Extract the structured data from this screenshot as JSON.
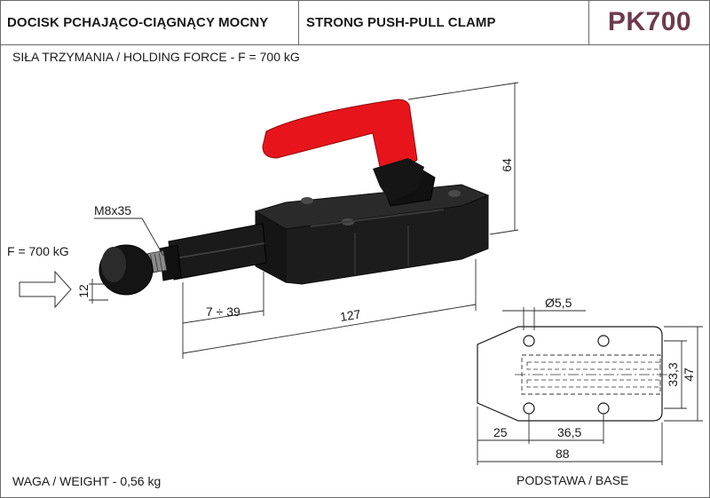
{
  "header": {
    "title_pl": "DOCISK PCHAJĄCO-CIĄGNĄCY MOCNY",
    "title_en": "STRONG PUSH-PULL CLAMP",
    "product_code": "PK700"
  },
  "holding_force": "SIŁA TRZYMANIA / HOLDING FORCE - F = 700 kG",
  "weight": "WAGA / WEIGHT - 0,56 kg",
  "base_label": "PODSTAWA / BASE",
  "force_label": "F = 700 kG",
  "dimensions": {
    "thread": "M8x35",
    "height": "64",
    "tip_diameter": "12",
    "stroke": "7 ÷ 39",
    "length": "127",
    "hole_diameter": "Ø5,5",
    "base_offset": "25",
    "hole_spacing": "36,5",
    "base_length": "88",
    "hole_distance": "33,3",
    "base_width": "47"
  },
  "colors": {
    "handle": "#e8141b",
    "body": "#1c1c1c",
    "title_code": "#6e3a4e"
  }
}
